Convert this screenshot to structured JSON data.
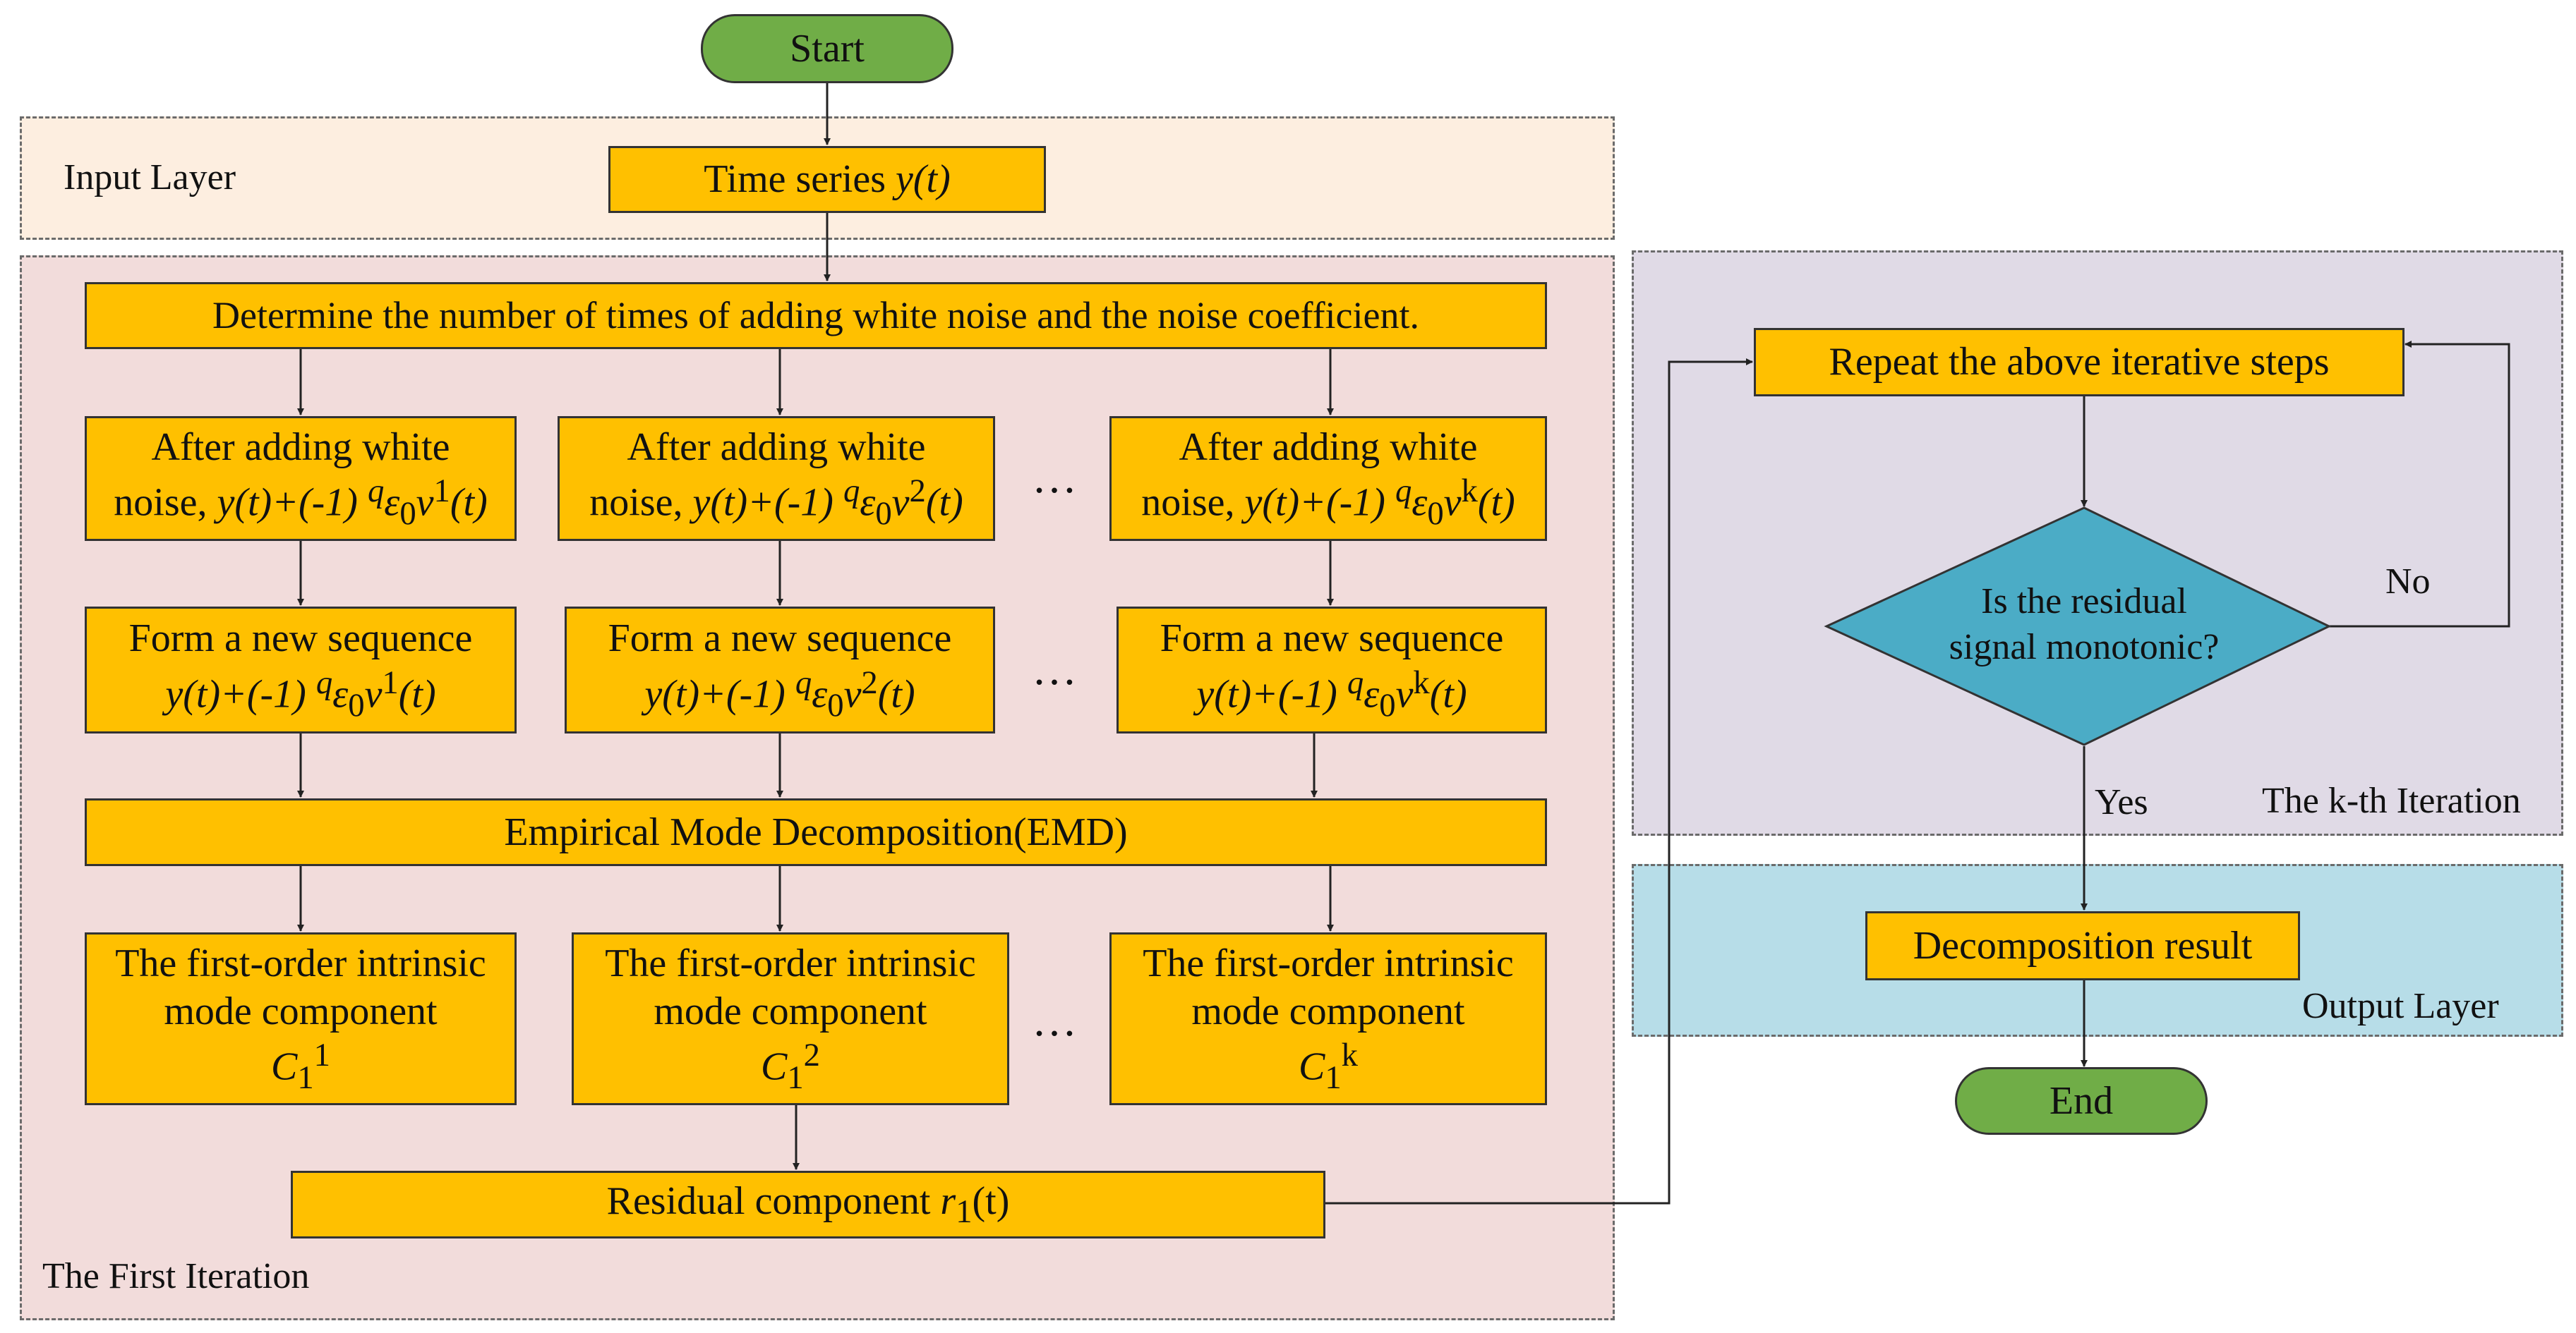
{
  "layers": {
    "input": "Input Layer",
    "first_iteration": "The First Iteration",
    "kth_iteration": "The k-th Iteration",
    "output": "Output Layer"
  },
  "start": "Start",
  "end": "End",
  "time_series": {
    "text": "Time series ",
    "var": "y(t)"
  },
  "determine": "Determine the number of times of adding white noise and the noise coefficient.",
  "noise_boxes": {
    "line1": "After adding white",
    "line2_prefix": "noise,",
    "formula_head": "y(t)+(-1)",
    "q": "q",
    "eps": "ε",
    "eps_sub": "0",
    "v": "v",
    "v_sups": [
      "1",
      "2",
      "k"
    ],
    "formula_tail": "(t)"
  },
  "sequence_boxes": {
    "line1": "Form a new sequence"
  },
  "emd": "Empirical Mode Decomposition(EMD)",
  "imf_boxes": {
    "line1": "The first-order intrinsic",
    "line2": "mode component",
    "symbol": "C",
    "symbol_sub": "1",
    "sups": [
      "1",
      "2",
      "k"
    ]
  },
  "residual": {
    "text": "Residual component ",
    "r": "r",
    "r_sub": "1",
    "tail": "(t)"
  },
  "repeat": "Repeat the above iterative steps",
  "decision": {
    "line1": "Is the residual",
    "line2": "signal monotonic?"
  },
  "no_label": "No",
  "yes_label": "Yes",
  "decomposition_result": "Decomposition result",
  "ellipsis": "…",
  "colors": {
    "process_fill": "#ffc000",
    "terminal_fill": "#70ad47",
    "decision_fill": "#4bacc6",
    "input_layer_bg": "#fdeee0",
    "first_iteration_bg": "#f2dcdb",
    "kth_iteration_bg": "#e0dae6",
    "output_layer_bg": "#b7dde8"
  }
}
